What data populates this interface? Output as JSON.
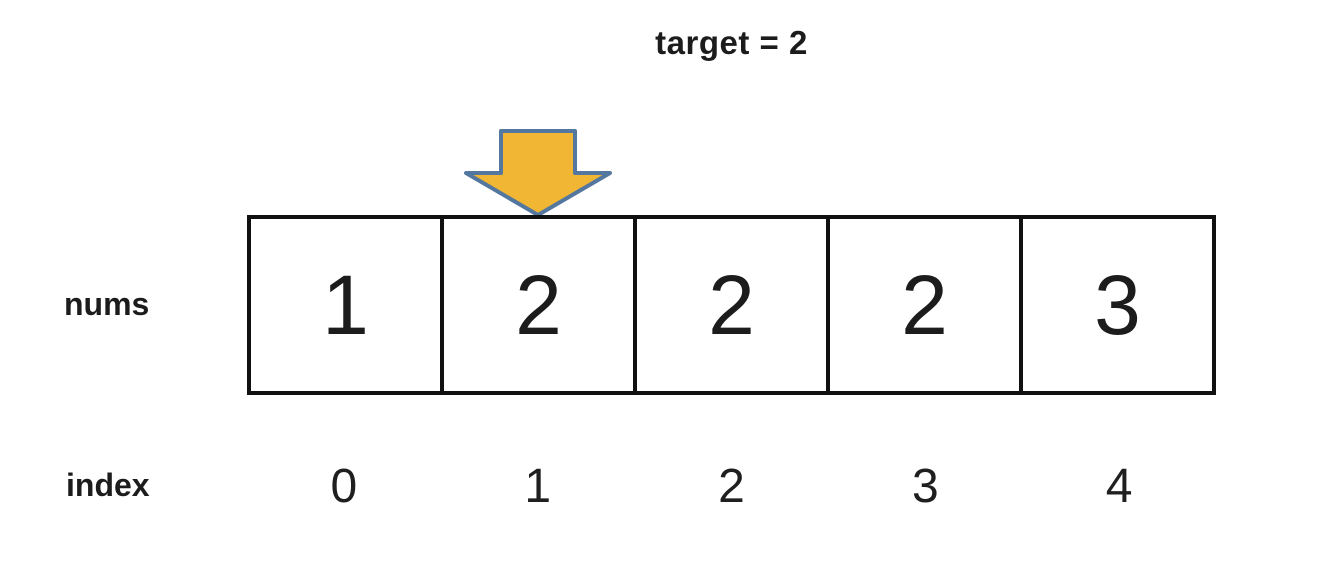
{
  "title": "target = 2",
  "colors": {
    "arrow_fill": "#F0B634",
    "arrow_stroke": "#53779E",
    "border": "#111111",
    "text": "#1c1c1c"
  },
  "arrow": {
    "icon": "down-arrow-icon",
    "points_to_index": 1
  },
  "nums": {
    "label": "nums",
    "values": [
      "1",
      "2",
      "2",
      "2",
      "3"
    ]
  },
  "index": {
    "label": "index",
    "values": [
      "0",
      "1",
      "2",
      "3",
      "4"
    ]
  }
}
